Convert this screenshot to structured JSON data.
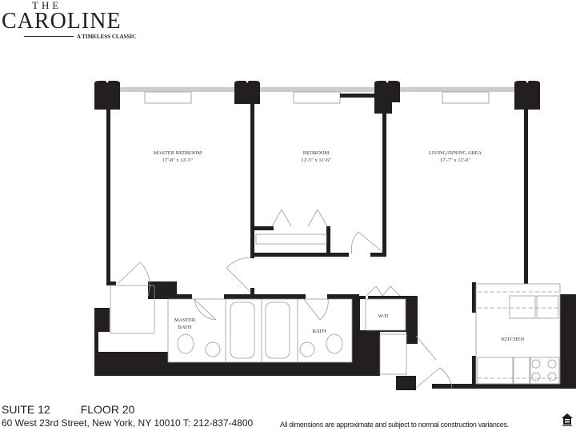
{
  "logo": {
    "the": "THE",
    "name": "CAROLINE",
    "tagline": "A TIMELESS CLASSIC"
  },
  "rooms": {
    "master_bedroom": {
      "name": "MASTER BEDROOM",
      "dims": "17'-8\" x 12'-5\""
    },
    "bedroom": {
      "name": "BEDROOM",
      "dims": "12'-5\" x 11'-6\""
    },
    "living": {
      "name": "LIVING/DINING AREA",
      "dims": "17'-7\" x 12'-0\""
    },
    "master_bath": {
      "line1": "MASTER",
      "line2": "BATH"
    },
    "bath": {
      "name": "BATH"
    },
    "wd": {
      "name": "W/D"
    },
    "kitchen": {
      "name": "KITCHEN"
    }
  },
  "footer": {
    "suite": "SUITE 12",
    "floor": "FLOOR 20",
    "address": "60 West 23rd Street, New York, NY 10010 T: 212-837-4800",
    "disclaimer": "All dimensions are approximate and subject to normal construction variances."
  },
  "colors": {
    "wall": "#231f20",
    "fixture": "#aaaaaa"
  }
}
